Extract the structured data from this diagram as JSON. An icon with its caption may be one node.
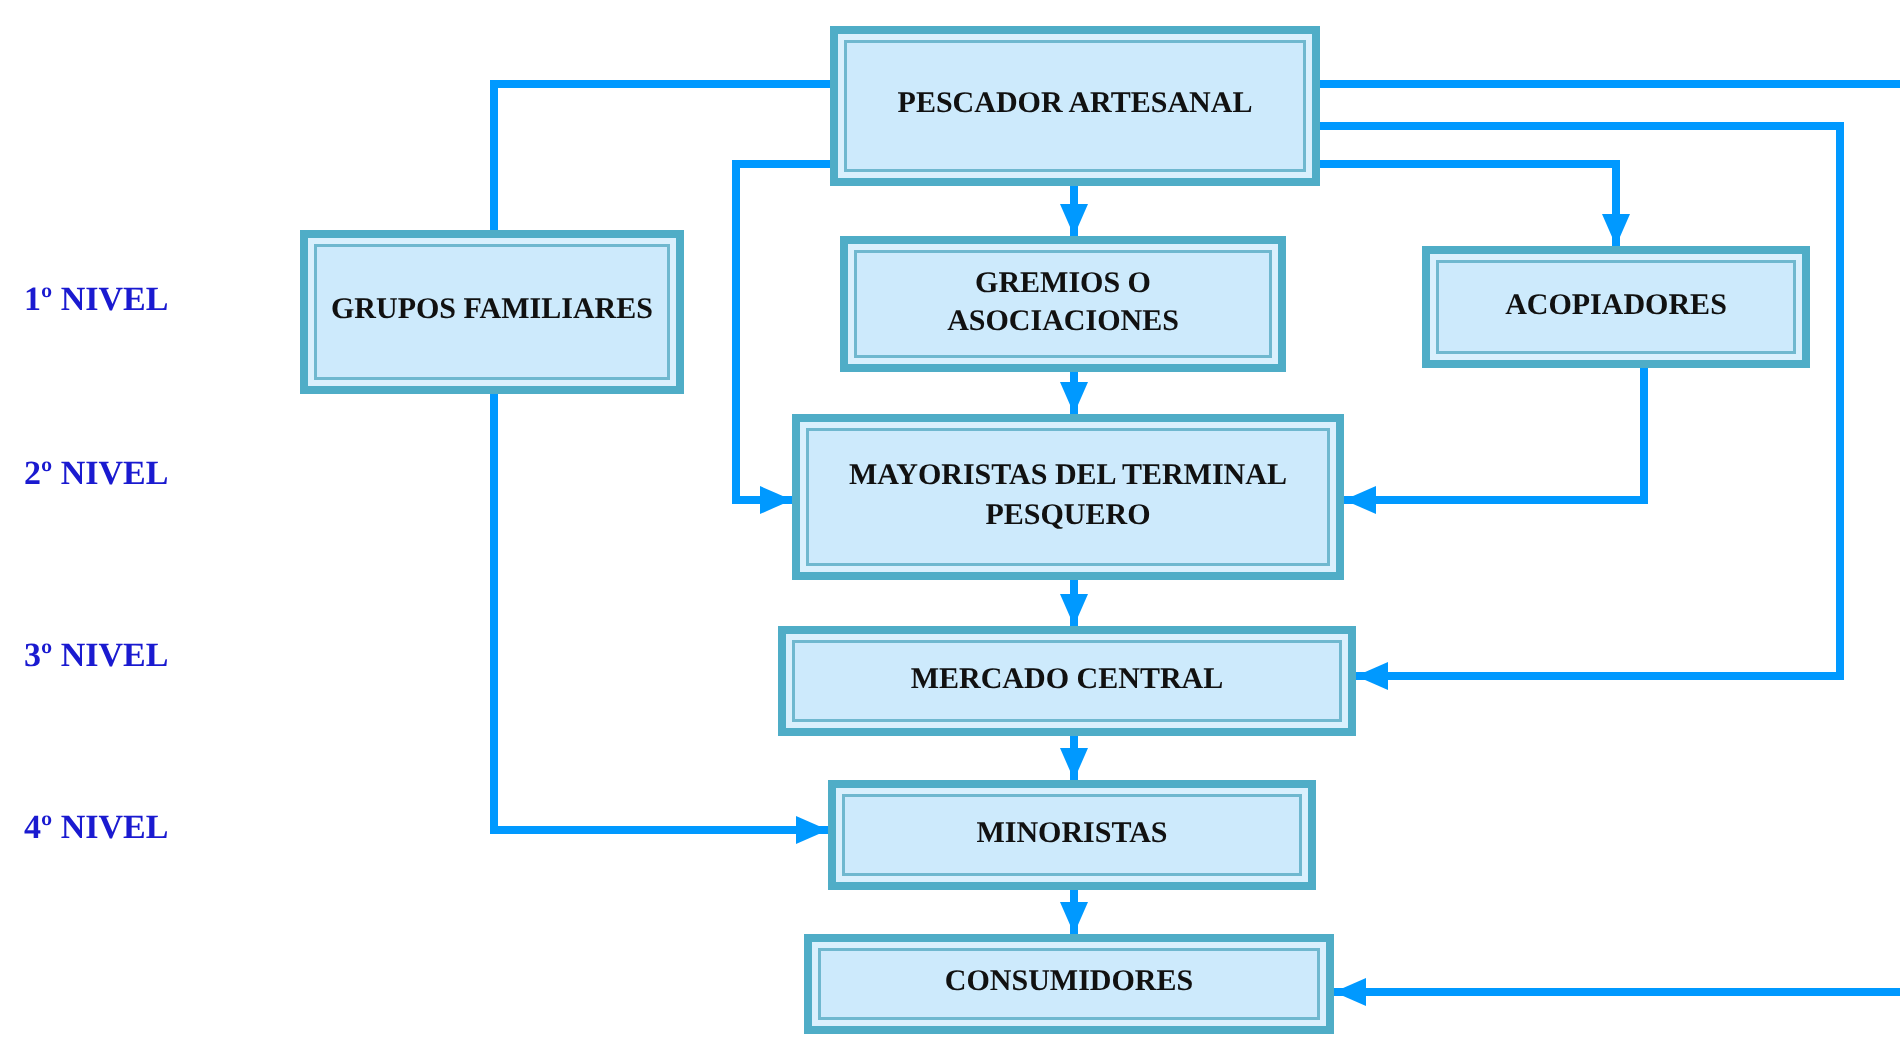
{
  "diagram": {
    "nodes": [
      {
        "text": [
          "PESCADOR ARTESANAL"
        ]
      },
      {
        "text": [
          "GRUPOS FAMILIARES"
        ]
      },
      {
        "text": [
          "GREMIOS O ASOCIACIONES"
        ]
      },
      {
        "text": [
          "ACOPIADORES"
        ]
      },
      {
        "text": [
          "MAYORISTAS DEL TERMINAL PESQUERO"
        ]
      },
      {
        "text": [
          "MERCADO CENTRAL"
        ]
      },
      {
        "text": [
          "MINORISTAS"
        ]
      },
      {
        "text": [
          "CONSUMIDORES"
        ]
      }
    ],
    "edges": [
      {
        "from": 0,
        "to": 1,
        "arrow": "none"
      },
      {
        "from": 0,
        "to": 2,
        "arrow": "to"
      },
      {
        "from": 0,
        "to": 3,
        "arrow": "to"
      },
      {
        "from": 0,
        "to": 4,
        "arrow": "to"
      },
      {
        "from": 0,
        "to": 5,
        "arrow": "to"
      },
      {
        "from": 0,
        "to": null,
        "arrow": "none"
      },
      {
        "from": null,
        "to": 7,
        "arrow": "to"
      },
      {
        "from": 2,
        "to": 4,
        "arrow": "to"
      },
      {
        "from": 3,
        "to": 4,
        "arrow": "to"
      },
      {
        "from": 1,
        "to": 6,
        "arrow": "to"
      },
      {
        "from": 4,
        "to": 5,
        "arrow": "to"
      },
      {
        "from": 5,
        "to": 6,
        "arrow": "to"
      },
      {
        "from": 6,
        "to": 7,
        "arrow": "to"
      }
    ],
    "labels": [
      "1º NIVEL",
      "2º NIVEL",
      "3º NIVEL",
      "4º NIVEL"
    ]
  }
}
